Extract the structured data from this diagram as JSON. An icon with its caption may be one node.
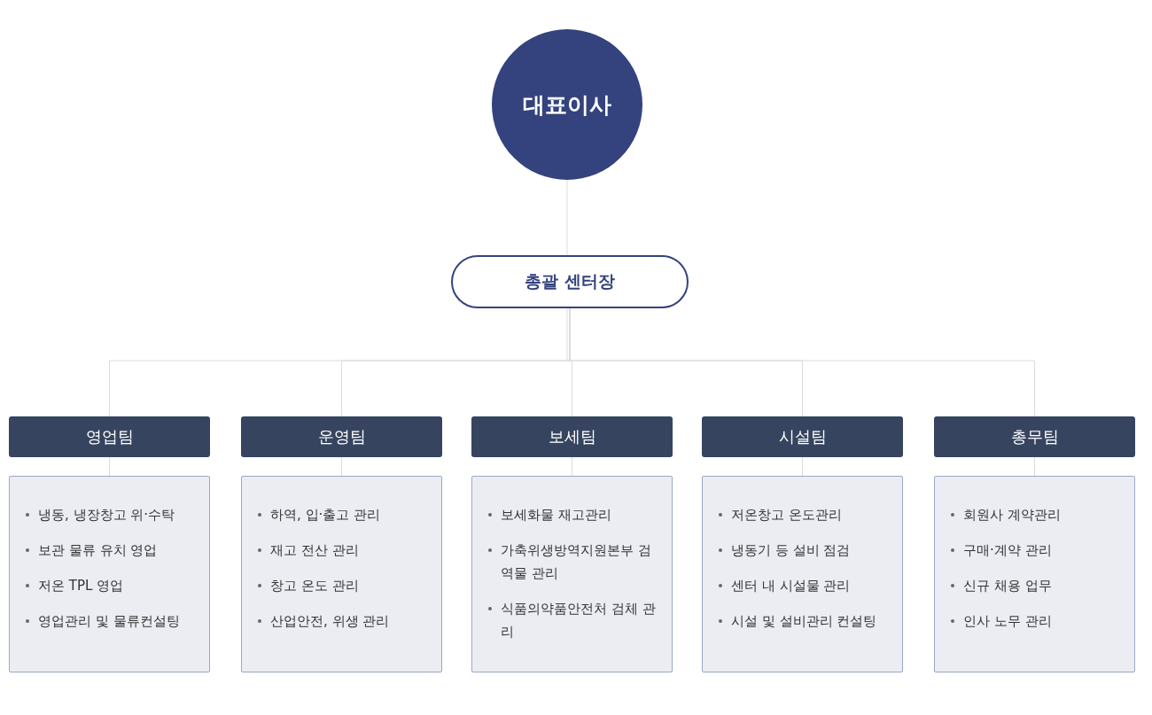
{
  "diagram": {
    "nodes": [
      {
        "text": [
          "대표이사"
        ]
      },
      {
        "text": [
          "총괄 센터장"
        ]
      },
      {
        "text": [
          "영업팀"
        ]
      },
      {
        "text": [
          "운영팀"
        ]
      },
      {
        "text": [
          "보세팀"
        ]
      },
      {
        "text": [
          "시설팀"
        ]
      },
      {
        "text": [
          "총무팀"
        ]
      },
      {
        "text": [
          "냉동, 냉장창고 위·수탁",
          "보관 물류 유치 영업",
          "저온 TPL 영업",
          "영업관리 및 물류컨설팅"
        ]
      },
      {
        "text": [
          "하역, 입·출고 관리",
          "재고 전산 관리",
          "창고 온도 관리",
          "산업안전, 위생 관리"
        ]
      },
      {
        "text": [
          "보세화물 재고관리",
          "가축위생방역지원본부 검역물 관리",
          "식품의약품안전처 검체 관리"
        ]
      },
      {
        "text": [
          "저온창고 온도관리",
          "냉동기 등 설비 점검",
          "센터 내 시설물 관리",
          "시설 및 설비관리 컨설팅"
        ]
      },
      {
        "text": [
          "회원사 계약관리",
          "구매·계약 관리",
          "신규 채용 업무",
          "인사 노무 관리"
        ]
      }
    ],
    "edges": [
      {
        "from": 0,
        "to": 1,
        "arrow": "none"
      },
      {
        "from": 1,
        "to": 2,
        "arrow": "none"
      },
      {
        "from": 1,
        "to": 3,
        "arrow": "none"
      },
      {
        "from": 1,
        "to": 4,
        "arrow": "none"
      },
      {
        "from": 1,
        "to": 5,
        "arrow": "none"
      },
      {
        "from": 1,
        "to": 6,
        "arrow": "none"
      },
      {
        "from": 2,
        "to": 7,
        "arrow": "none"
      },
      {
        "from": 3,
        "to": 8,
        "arrow": "none"
      },
      {
        "from": 4,
        "to": 9,
        "arrow": "none"
      },
      {
        "from": 5,
        "to": 10,
        "arrow": "none"
      },
      {
        "from": 6,
        "to": 11,
        "arrow": "none"
      }
    ]
  }
}
